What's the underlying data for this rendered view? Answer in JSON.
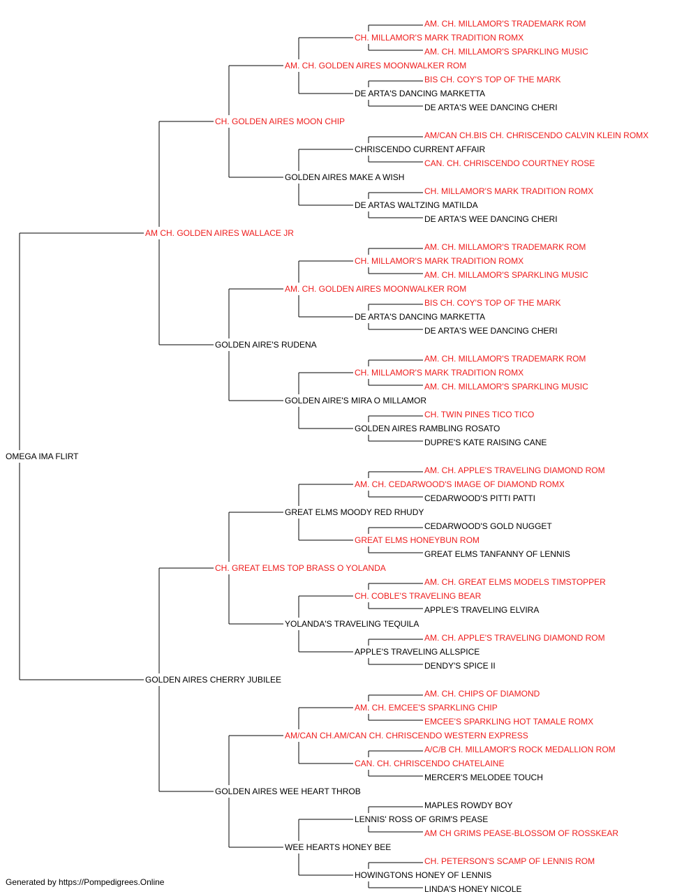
{
  "colors": {
    "champion": "#ee1c1c",
    "regular": "#000000",
    "line": "#000000"
  },
  "footer": "Generated by https://Pompedigrees.Online",
  "pedigree": {
    "name": "OMEGA IMA FLIRT",
    "red": false,
    "sire": {
      "name": "AM CH. GOLDEN AIRES WALLACE JR",
      "red": true,
      "sire": {
        "name": "CH. GOLDEN AIRES MOON CHIP",
        "red": true,
        "sire": {
          "name": "AM. CH. GOLDEN AIRES MOONWALKER ROM",
          "red": true,
          "sire": {
            "name": "CH. MILLAMOR'S MARK TRADITION ROMX",
            "red": true,
            "sire": {
              "name": "AM. CH. MILLAMOR'S TRADEMARK ROM",
              "red": true
            },
            "dam": {
              "name": "AM. CH. MILLAMOR'S SPARKLING MUSIC",
              "red": true
            }
          },
          "dam": {
            "name": "DE ARTA'S DANCING MARKETTA",
            "red": false,
            "sire": {
              "name": "BIS CH. COY'S TOP OF THE MARK",
              "red": true
            },
            "dam": {
              "name": "DE ARTA'S WEE DANCING CHERI",
              "red": false
            }
          }
        },
        "dam": {
          "name": "GOLDEN AIRES MAKE A WISH",
          "red": false,
          "sire": {
            "name": "CHRISCENDO CURRENT AFFAIR",
            "red": false,
            "sire": {
              "name": "AM/CAN CH.BIS CH. CHRISCENDO CALVIN KLEIN ROMX",
              "red": true
            },
            "dam": {
              "name": "CAN. CH. CHRISCENDO COURTNEY ROSE",
              "red": true
            }
          },
          "dam": {
            "name": "DE ARTAS WALTZING MATILDA",
            "red": false,
            "sire": {
              "name": "CH. MILLAMOR'S MARK TRADITION ROMX",
              "red": true
            },
            "dam": {
              "name": "DE ARTA'S WEE DANCING CHERI",
              "red": false
            }
          }
        }
      },
      "dam": {
        "name": "GOLDEN AIRE'S RUDENA",
        "red": false,
        "sire": {
          "name": "AM. CH. GOLDEN AIRES MOONWALKER ROM",
          "red": true,
          "sire": {
            "name": "CH. MILLAMOR'S MARK TRADITION ROMX",
            "red": true,
            "sire": {
              "name": "AM. CH. MILLAMOR'S TRADEMARK ROM",
              "red": true
            },
            "dam": {
              "name": "AM. CH. MILLAMOR'S SPARKLING MUSIC",
              "red": true
            }
          },
          "dam": {
            "name": "DE ARTA'S DANCING MARKETTA",
            "red": false,
            "sire": {
              "name": "BIS CH. COY'S TOP OF THE MARK",
              "red": true
            },
            "dam": {
              "name": "DE ARTA'S WEE DANCING CHERI",
              "red": false
            }
          }
        },
        "dam": {
          "name": "GOLDEN AIRE'S MIRA O MILLAMOR",
          "red": false,
          "sire": {
            "name": "CH. MILLAMOR'S MARK TRADITION ROMX",
            "red": true,
            "sire": {
              "name": "AM. CH. MILLAMOR'S TRADEMARK ROM",
              "red": true
            },
            "dam": {
              "name": "AM. CH. MILLAMOR'S SPARKLING MUSIC",
              "red": true
            }
          },
          "dam": {
            "name": "GOLDEN AIRES RAMBLING ROSATO",
            "red": false,
            "sire": {
              "name": "CH. TWIN PINES TICO TICO",
              "red": true
            },
            "dam": {
              "name": "DUPRE'S KATE RAISING CANE",
              "red": false
            }
          }
        }
      }
    },
    "dam": {
      "name": "GOLDEN AIRES CHERRY JUBILEE",
      "red": false,
      "sire": {
        "name": "CH. GREAT ELMS TOP BRASS O YOLANDA",
        "red": true,
        "sire": {
          "name": "GREAT ELMS MOODY RED RHUDY",
          "red": false,
          "sire": {
            "name": "AM. CH. CEDARWOOD'S IMAGE OF DIAMOND ROMX",
            "red": true,
            "sire": {
              "name": "AM. CH. APPLE'S TRAVELING DIAMOND ROM",
              "red": true
            },
            "dam": {
              "name": "CEDARWOOD'S PITTI PATTI",
              "red": false
            }
          },
          "dam": {
            "name": "GREAT ELMS HONEYBUN ROM",
            "red": true,
            "sire": {
              "name": "CEDARWOOD'S GOLD NUGGET",
              "red": false
            },
            "dam": {
              "name": "GREAT ELMS TANFANNY OF LENNIS",
              "red": false
            }
          }
        },
        "dam": {
          "name": "YOLANDA'S TRAVELING TEQUILA",
          "red": false,
          "sire": {
            "name": "CH. COBLE'S TRAVELING BEAR",
            "red": true,
            "sire": {
              "name": "AM. CH. GREAT ELMS MODELS TIMSTOPPER",
              "red": true
            },
            "dam": {
              "name": "APPLE'S TRAVELING ELVIRA",
              "red": false
            }
          },
          "dam": {
            "name": "APPLE'S TRAVELING ALLSPICE",
            "red": false,
            "sire": {
              "name": "AM. CH. APPLE'S TRAVELING DIAMOND ROM",
              "red": true
            },
            "dam": {
              "name": "DENDY'S SPICE II",
              "red": false
            }
          }
        }
      },
      "dam": {
        "name": "GOLDEN AIRES WEE HEART THROB",
        "red": false,
        "sire": {
          "name": "AM/CAN CH.AM/CAN CH. CHRISCENDO WESTERN EXPRESS",
          "red": true,
          "sire": {
            "name": "AM. CH. EMCEE'S SPARKLING CHIP",
            "red": true,
            "sire": {
              "name": "AM. CH. CHIPS OF DIAMOND",
              "red": true
            },
            "dam": {
              "name": "EMCEE'S SPARKLING HOT TAMALE ROMX",
              "red": true
            }
          },
          "dam": {
            "name": "CAN. CH. CHRISCENDO CHATELAINE",
            "red": true,
            "sire": {
              "name": "A/C/B CH. MILLAMOR'S ROCK MEDALLION ROM",
              "red": true
            },
            "dam": {
              "name": "MERCER'S MELODEE TOUCH",
              "red": false
            }
          }
        },
        "dam": {
          "name": "WEE HEARTS HONEY BEE",
          "red": false,
          "sire": {
            "name": "LENNIS' ROSS OF GRIM'S PEASE",
            "red": false,
            "sire": {
              "name": "MAPLES ROWDY BOY",
              "red": false
            },
            "dam": {
              "name": "AM CH GRIMS PEASE-BLOSSOM OF ROSSKEAR",
              "red": true
            }
          },
          "dam": {
            "name": "HOWINGTONS HONEY OF LENNIS",
            "red": false,
            "sire": {
              "name": "CH. PETERSON'S SCAMP OF LENNIS ROM",
              "red": true
            },
            "dam": {
              "name": "LINDA'S HONEY NICOLE",
              "red": false
            }
          }
        }
      }
    }
  }
}
